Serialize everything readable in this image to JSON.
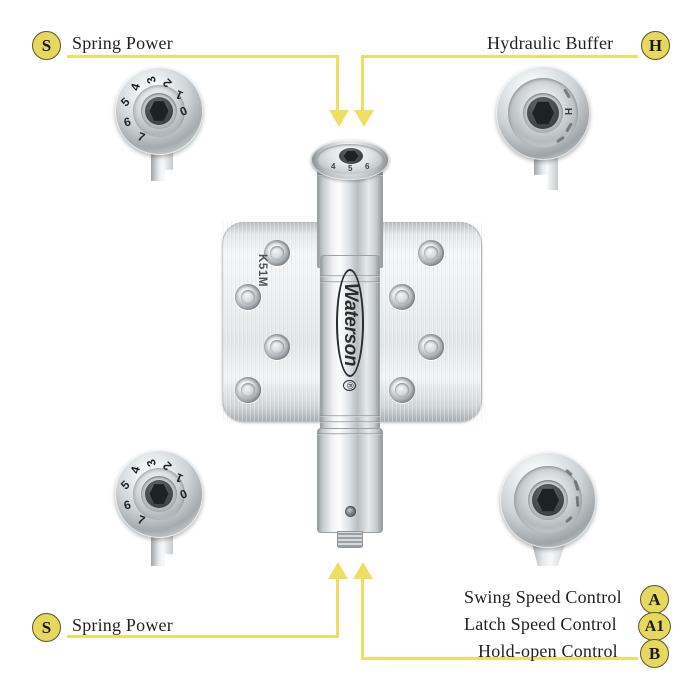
{
  "product": {
    "brand": "Waterson",
    "brand_registered_mark": "®",
    "model_marking": "K51M",
    "top_dial_numbers": [
      "4",
      "5",
      "6"
    ],
    "detail_dial_numbers": [
      "0",
      "1",
      "2",
      "3",
      "4",
      "5",
      "6",
      "7"
    ],
    "buffer_marking": "H"
  },
  "colors": {
    "accent_yellow": "#eedf63",
    "badge_fill": "#e6d75e",
    "badge_border": "#5d5530",
    "text": "#231f20",
    "background": "#ffffff"
  },
  "callouts": {
    "top_left": {
      "badge": "S",
      "label": "Spring Power"
    },
    "top_right": {
      "badge": "H",
      "label": "Hydraulic Buffer"
    },
    "bottom_left": {
      "badge": "S",
      "label": "Spring Power"
    },
    "bottom_right": [
      {
        "badge": "A",
        "label": "Swing Speed Control"
      },
      {
        "badge": "A1",
        "label": "Latch Speed Control"
      },
      {
        "badge": "B",
        "label": "Hold-open Control"
      }
    ]
  }
}
